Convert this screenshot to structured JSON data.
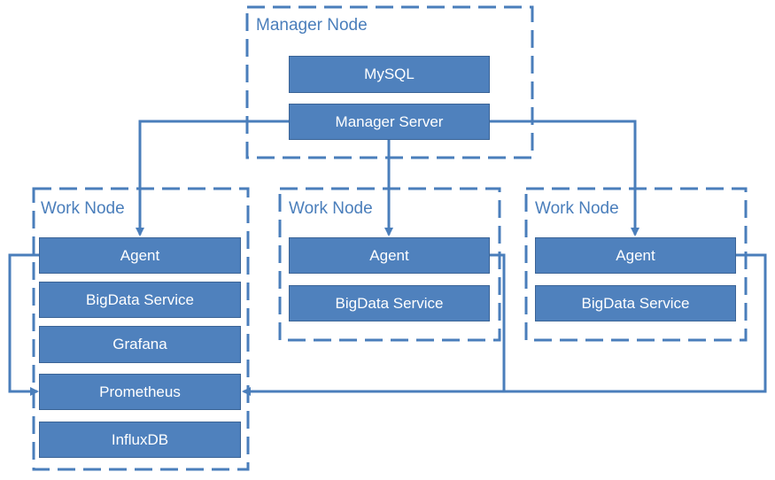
{
  "manager_node": {
    "label": "Manager Node",
    "services": [
      "MySQL",
      "Manager Server"
    ]
  },
  "work_nodes": [
    {
      "label": "Work Node",
      "services": [
        "Agent",
        "BigData Service",
        "Grafana",
        "Prometheus",
        "InfluxDB"
      ]
    },
    {
      "label": "Work Node",
      "services": [
        "Agent",
        "BigData Service"
      ]
    },
    {
      "label": "Work Node",
      "services": [
        "Agent",
        "BigData Service"
      ]
    }
  ],
  "colors": {
    "box_fill": "#4f81bd",
    "box_border": "#3b6496",
    "line": "#4a7ebb",
    "text": "#ffffff"
  }
}
